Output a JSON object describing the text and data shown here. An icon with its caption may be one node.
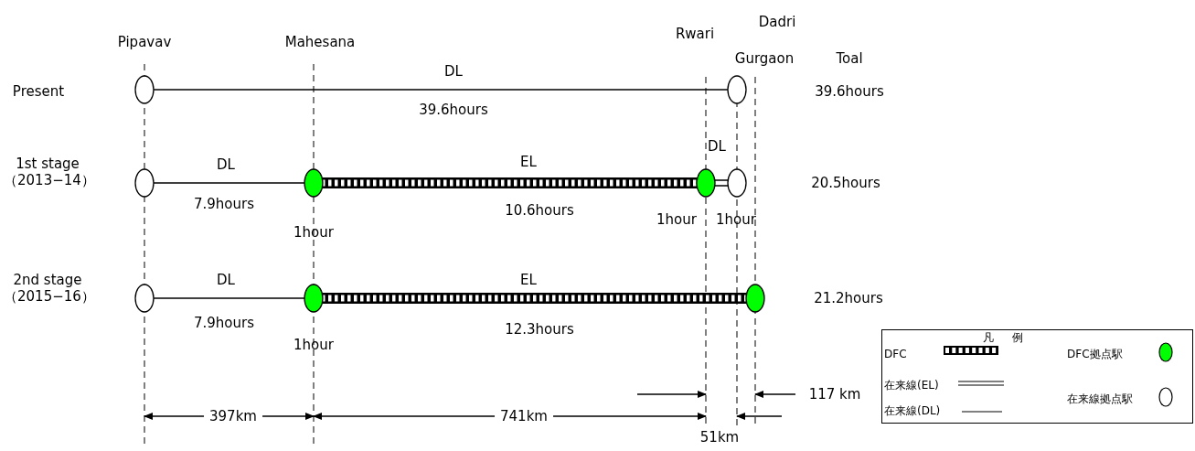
{
  "diagram": {
    "nodes": [
      {
        "text": [],
        "shape": "circle"
      },
      {
        "text": [],
        "shape": "circle"
      },
      {
        "text": [],
        "shape": "circle"
      },
      {
        "text": [],
        "shape": "circle"
      },
      {
        "text": [],
        "shape": "circle"
      },
      {
        "text": [],
        "shape": "circle"
      },
      {
        "text": [],
        "shape": "circle"
      },
      {
        "text": [],
        "shape": "circle"
      },
      {
        "text": [],
        "shape": "circle"
      }
    ],
    "edges": [
      {
        "from": 0,
        "to": 1,
        "arrow": "none",
        "label": "DL"
      },
      {
        "from": 2,
        "to": 3,
        "arrow": "none",
        "label": "DL"
      },
      {
        "from": 3,
        "to": 4,
        "arrow": "none",
        "label": "EL",
        "style": "thick"
      },
      {
        "from": 4,
        "to": 5,
        "arrow": "none",
        "label": "DL"
      },
      {
        "from": 6,
        "to": 7,
        "arrow": "none",
        "label": "DL"
      },
      {
        "from": 7,
        "to": 8,
        "arrow": "none",
        "label": "EL",
        "style": "thick"
      }
    ],
    "labels": [
      "Dadri",
      "Rwari",
      "Pipavav",
      "Mahesana",
      "Gurgaon",
      "Toal",
      "Present",
      "39.6hours",
      "39.6hours",
      "1st stage （2013−14）",
      "7.9hours",
      "10.6hours",
      "1hour",
      "1hour",
      "20.5hours",
      "1hour",
      "2nd stage （2015−16）",
      "21.2hours",
      "7.9hours",
      "12.3hours",
      "1hour",
      "凡例",
      "117 km",
      "397km",
      "741km",
      "51km"
    ],
    "legend": [
      {
        "text": "DFC"
      },
      {
        "text": "在来線(EL)"
      },
      {
        "text": "在来線(DL)"
      },
      {
        "text": "DFC拠点駅"
      },
      {
        "text": "在来線拠点駅"
      }
    ]
  }
}
